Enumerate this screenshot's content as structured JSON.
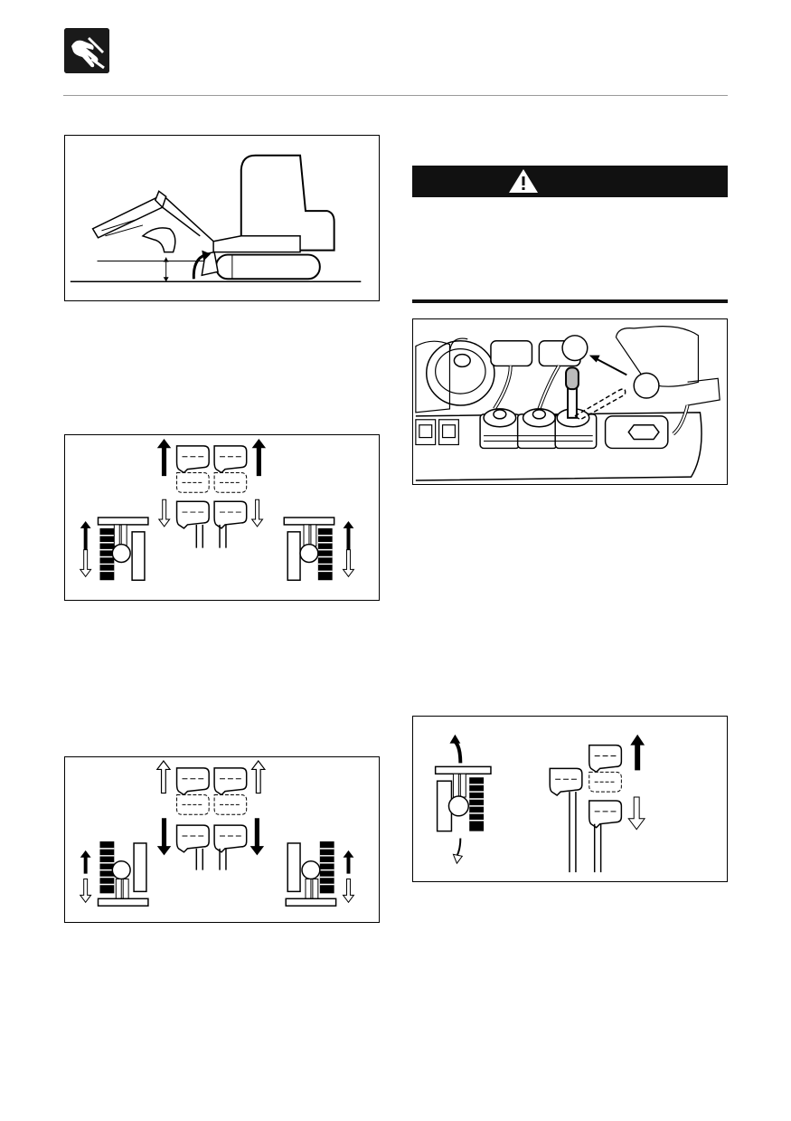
{
  "header": {
    "icon": "hand-operating-lever-icon"
  },
  "warning": {
    "icon": "warning-triangle-icon",
    "bar_color": "#111111",
    "text": ""
  },
  "figures": {
    "excavator_lift": {
      "icon": "excavator-blade-lift-illustration"
    },
    "travel_forward": {
      "icon": "travel-levers-forward-illustration"
    },
    "travel_reverse": {
      "icon": "travel-levers-reverse-illustration"
    },
    "console": {
      "icon": "operator-console-lever-illustration",
      "callouts": [
        "",
        ""
      ]
    },
    "pivot_turn": {
      "icon": "pivot-turn-lever-illustration"
    }
  }
}
